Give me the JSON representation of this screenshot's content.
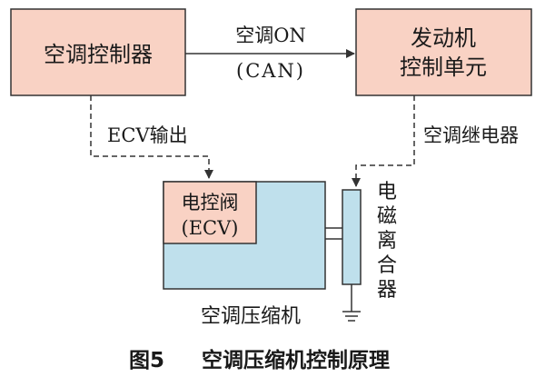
{
  "colors": {
    "controller_fill": "#f9d2c4",
    "compressor_fill": "#bfe0ec",
    "stroke": "#333333",
    "text": "#1a1a1a"
  },
  "blocks": {
    "ac_controller": {
      "label": "空调控制器"
    },
    "engine_ecu": {
      "line1": "发动机",
      "line2": "控制单元"
    },
    "ecv": {
      "line1": "电控阀",
      "line2": "(ECV)"
    },
    "compressor": {
      "label": "空调压缩机"
    },
    "clutch": {
      "chars": [
        "电",
        "磁",
        "离",
        "合",
        "器"
      ]
    }
  },
  "signals": {
    "ac_on_line1": "空调ON",
    "ac_on_line2": "(CAN)",
    "ecv_output": "ECV输出",
    "ac_relay": "空调继电器"
  },
  "caption": {
    "figure": "图5",
    "title": "空调压缩机控制原理"
  }
}
